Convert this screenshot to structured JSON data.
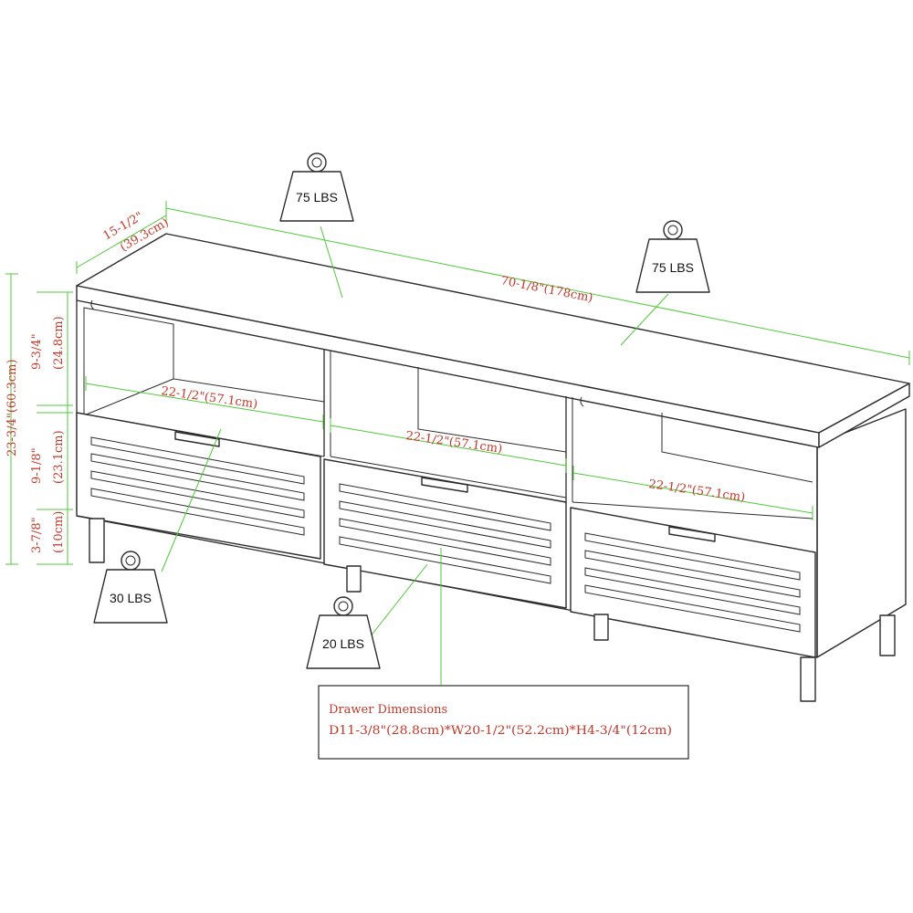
{
  "dimensions": {
    "depth": "15-1/2\"",
    "depth_cm": "(39.3cm)",
    "width": "70-1/8\"(178cm)",
    "height": "23-3/4\"(60.3cm)",
    "shelf_height": "9-3/4\"",
    "shelf_height_cm": "(24.8cm)",
    "drawer_height": "9-1/8\"",
    "drawer_height_cm": "(23.1cm)",
    "leg_height": "3-7/8\"",
    "leg_height_cm": "(10cm)",
    "compartment_width_left": "22-1/2\"(57.1cm)",
    "compartment_width_middle": "22-1/2\"(57.1cm)",
    "compartment_width_right": "22-1/2\"(57.1cm)"
  },
  "weights": {
    "top_left": "75 LBS",
    "top_right": "75 LBS",
    "shelf": "30 LBS",
    "drawer": "20 LBS"
  },
  "drawer_note": {
    "title": "Drawer Dimensions",
    "details": "D11-3/8\"(28.8cm)*W20-1/2\"(52.2cm)*H4-3/4\"(12cm)"
  },
  "colors": {
    "dimension_line": "#4fc93a",
    "dimension_text": "#c0392b",
    "outline": "#2b2b2b"
  }
}
